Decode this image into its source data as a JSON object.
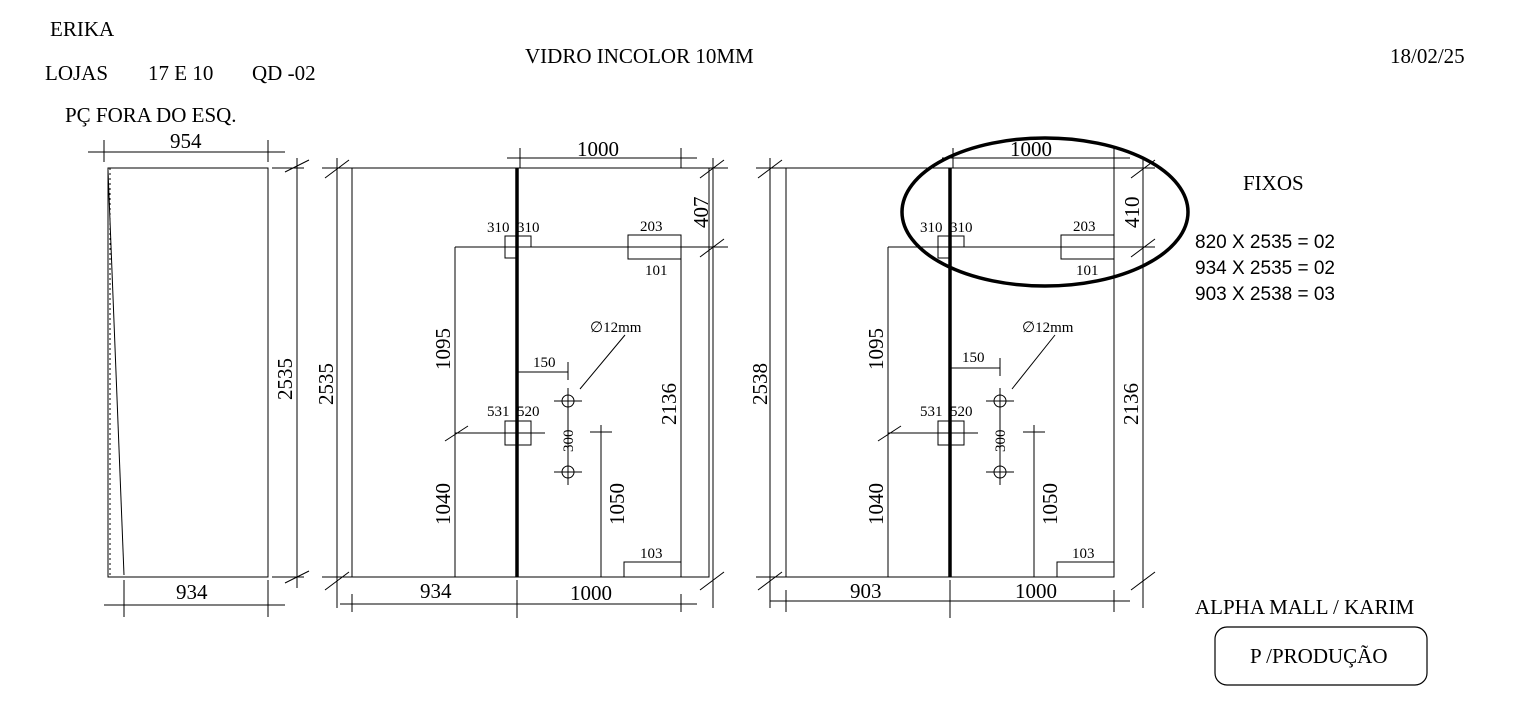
{
  "header": {
    "client": "ERIKA",
    "lojas_label": "LOJAS",
    "lojas_numbers": "17 E 10",
    "quadro": "QD -02",
    "material": "VIDRO INCOLOR 10MM",
    "date": "18/02/25",
    "note": "PÇ FORA DO ESQ."
  },
  "panel1": {
    "top_width": "954",
    "bottom_width": "934",
    "height": "2535"
  },
  "panel2": {
    "top_width": "1000",
    "right_top": "407",
    "overall_height": "2535",
    "upper_height": "1095",
    "lower_height": "1040",
    "door_height": "2136",
    "lock_height": "1050",
    "hinge_top_a": "310",
    "hinge_top_b": "310",
    "hinge_mid_a": "531",
    "hinge_mid_b": "520",
    "fit_top": "203",
    "fit_bottom": "101",
    "hole_offset": "150",
    "hole_spacing": "300",
    "hole_diameter": "∅12mm",
    "bottom_fit": "103",
    "bottom_left": "934",
    "bottom_right": "1000"
  },
  "panel3": {
    "top_width": "1000",
    "right_top": "410",
    "overall_height": "2538",
    "upper_height": "1095",
    "lower_height": "1040",
    "door_height": "2136",
    "lock_height": "1050",
    "hinge_top_a": "310",
    "hinge_top_b": "310",
    "hinge_mid_a": "531",
    "hinge_mid_b": "520",
    "fit_top": "203",
    "fit_bottom": "101",
    "hole_offset": "150",
    "hole_spacing": "300",
    "hole_diameter": "∅12mm",
    "bottom_fit": "103",
    "bottom_left": "903",
    "bottom_right": "1000"
  },
  "fixos": {
    "title": "FIXOS",
    "lines": [
      "820 X 2535 = 02",
      "934 X 2535 = 02",
      "903 X 2538 = 03"
    ]
  },
  "footer": {
    "project": "ALPHA MALL / KARIM",
    "stamp": "P /PRODUÇÃO"
  }
}
